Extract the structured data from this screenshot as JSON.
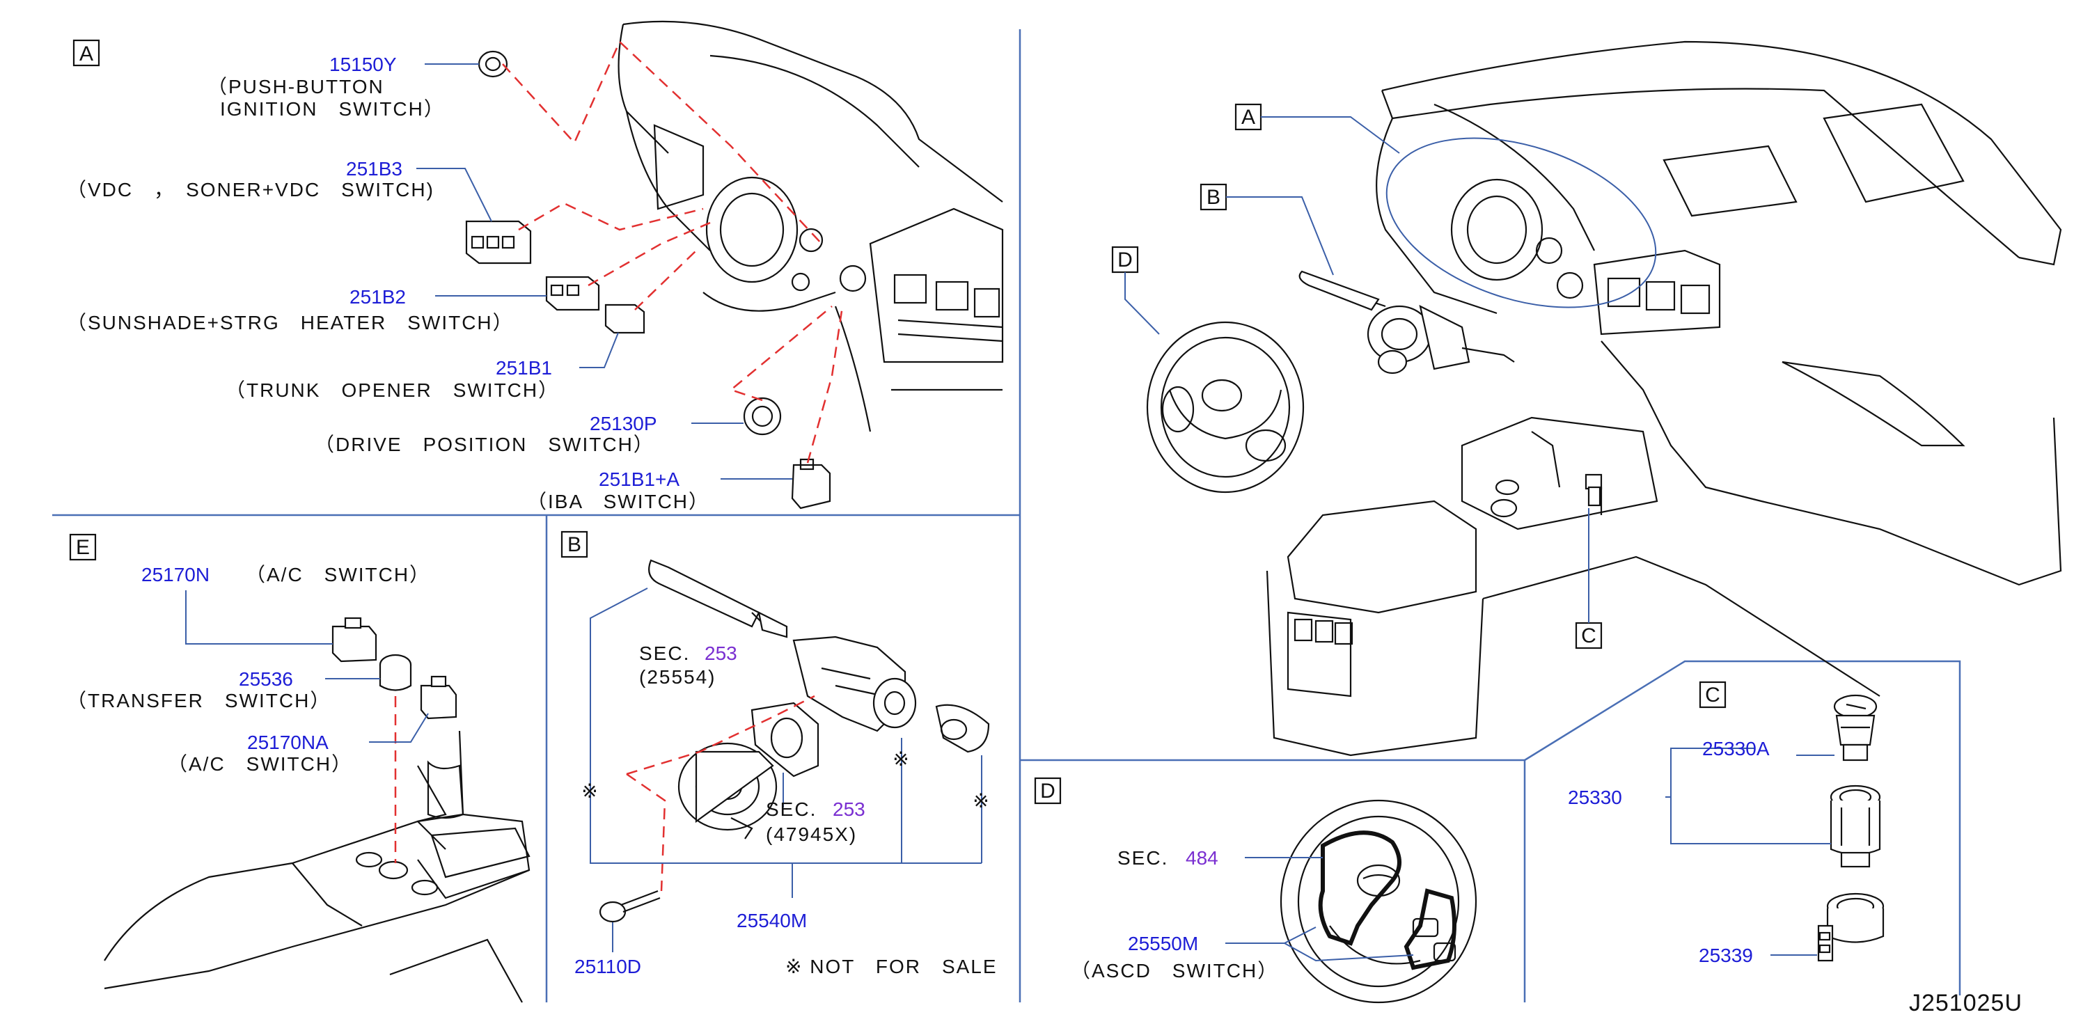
{
  "diagram_id": "J251025U",
  "sections": {
    "A": {
      "label": "A"
    },
    "B": {
      "label": "B"
    },
    "C": {
      "label": "C"
    },
    "D": {
      "label": "D"
    },
    "E": {
      "label": "E"
    }
  },
  "overview_labels": {
    "a": "A",
    "b": "B",
    "c": "C",
    "d": "D"
  },
  "callouts_a": [
    {
      "part": "15150Y",
      "desc1": "（PUSH-BUTTON",
      "desc2": "IGNITION　SWITCH）"
    },
    {
      "part": "251B3",
      "desc1": "（VDC　，　SONER+VDC　SWITCH)"
    },
    {
      "part": "251B2",
      "desc1": "（SUNSHADE+STRG　HEATER　SWITCH）"
    },
    {
      "part": "251B1",
      "desc1": "（TRUNK　OPENER　SWITCH）"
    },
    {
      "part": "25130P",
      "desc1": "（DRIVE　POSITION　SWITCH）"
    },
    {
      "part": "251B1+A",
      "desc1": "（IBA　SWITCH）"
    }
  ],
  "callouts_e": [
    {
      "part": "25170N",
      "desc1": "（A/C　SWITCH）"
    },
    {
      "part": "25536",
      "desc1": "（TRANSFER　SWITCH）"
    },
    {
      "part": "25170NA",
      "desc1": "（A/C　SWITCH）"
    }
  ],
  "callouts_b": {
    "sec1_prefix": "SEC.",
    "sec1_num": "253",
    "sec1_ref": "(25554)",
    "sec2_prefix": "SEC.",
    "sec2_num": "253",
    "sec2_ref": "(47945X)",
    "part_main": "25540M",
    "part_bolt": "25110D",
    "mark": "※",
    "note": "※ NOT　FOR　SALE"
  },
  "callouts_d": {
    "sec_prefix": "SEC.",
    "sec_num": "484",
    "part": "25550M",
    "desc1": "（ASCD　SWITCH）"
  },
  "callouts_c": {
    "part_assembly": "25330",
    "part_sub": "25330A",
    "part_ring": "25339"
  },
  "colors": {
    "part_number": "#1d1dd6",
    "section_ref": "#7a2fd1",
    "divider": "#4a6fb5",
    "dashed_leader": "#e23030"
  }
}
